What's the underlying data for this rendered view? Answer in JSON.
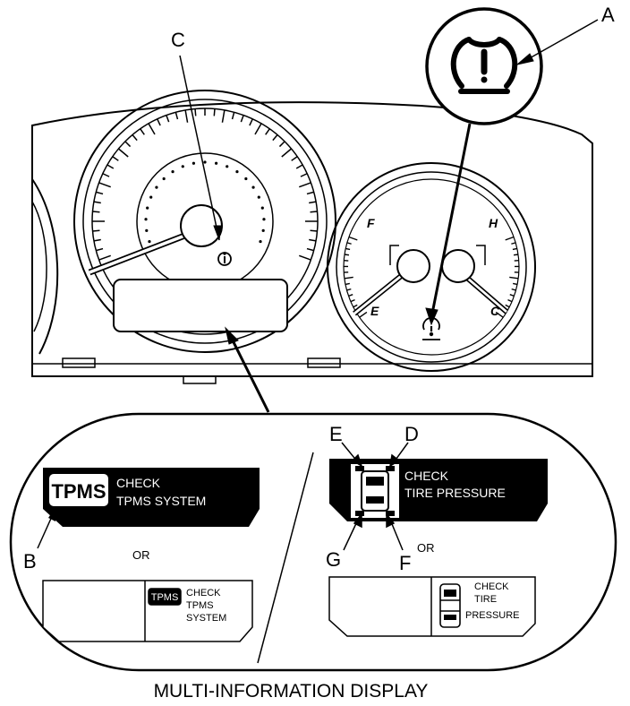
{
  "callouts": {
    "a": "A",
    "b": "B",
    "c": "C",
    "d": "D",
    "e": "E",
    "f": "F",
    "g": "G"
  },
  "gauge": {
    "fuel_full": "F",
    "fuel_empty": "E",
    "temp_hot": "H",
    "temp_cold": "C"
  },
  "display_left": {
    "badge": "TPMS",
    "line1": "CHECK",
    "line2": "TPMS SYSTEM",
    "or_label": "OR",
    "small_badge": "TPMS",
    "small_line1": "CHECK",
    "small_line2": "TPMS",
    "small_line3": "SYSTEM"
  },
  "display_right": {
    "line1": "CHECK",
    "line2": "TIRE PRESSURE",
    "or_label": "OR",
    "small_line1": "CHECK",
    "small_line2": "TIRE",
    "small_line3": "PRESSURE"
  },
  "caption": "MULTI-INFORMATION DISPLAY"
}
